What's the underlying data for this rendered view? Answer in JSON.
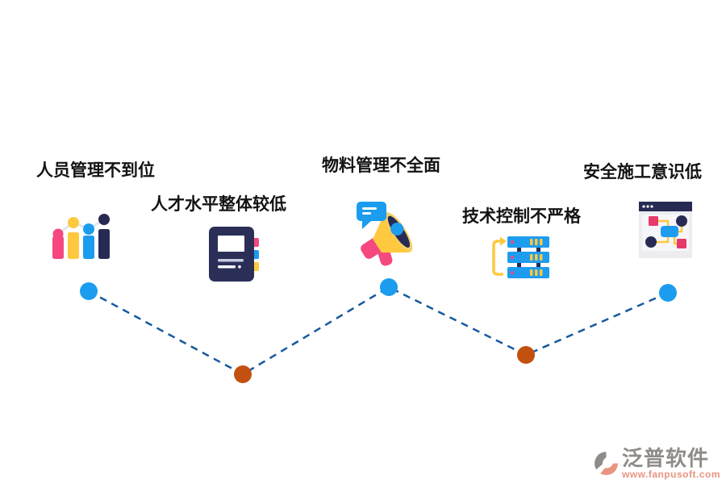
{
  "diagram": {
    "title": "",
    "items": [
      {
        "label": "人员管理不到位",
        "icon": "bar-chart-icon",
        "node_color": "#1b9cef"
      },
      {
        "label": "人才水平整体较低",
        "icon": "notebook-icon",
        "node_color": "#c2500f"
      },
      {
        "label": "物料管理不全面",
        "icon": "megaphone-icon",
        "node_color": "#1b9cef"
      },
      {
        "label": "技术控制不严格",
        "icon": "server-stack-icon",
        "node_color": "#c2500f"
      },
      {
        "label": "安全施工意识低",
        "icon": "flowchart-window-icon",
        "node_color": "#1b9cef"
      }
    ],
    "colors": {
      "node_blue": "#1b9cef",
      "node_orange": "#c2500f",
      "connector_line": "#15599e",
      "accent_pink": "#f5487f",
      "accent_yellow": "#ffc93f",
      "accent_navy": "#272b54",
      "accent_blue": "#1e9cf0"
    }
  },
  "watermark": {
    "brand": "泛普软件",
    "url": "www.fanpusoft.com"
  }
}
